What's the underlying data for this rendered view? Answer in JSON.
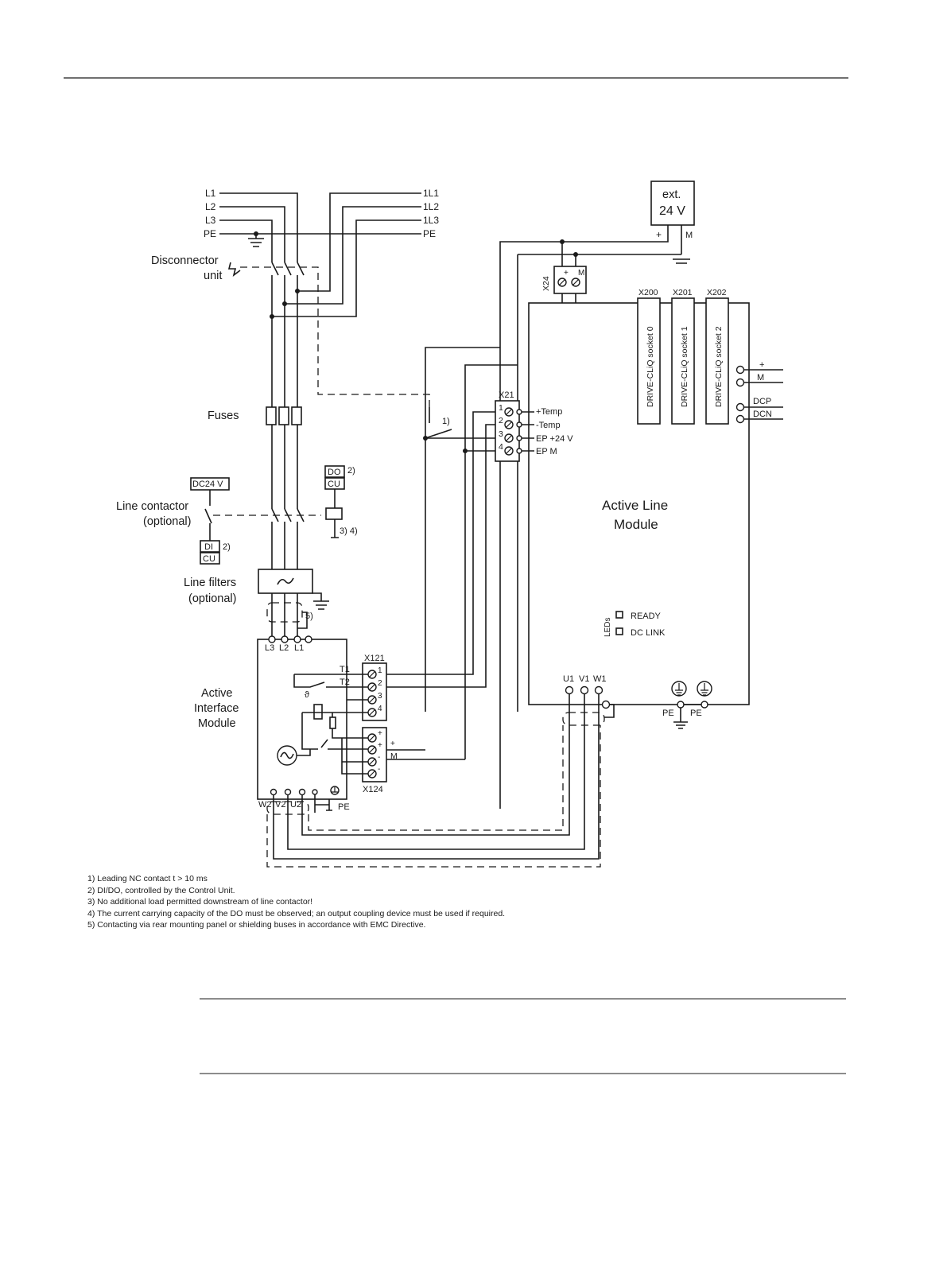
{
  "mains": {
    "left_labels": [
      "L1",
      "L2",
      "L3",
      "PE"
    ],
    "right_labels": [
      "1L1",
      "1L2",
      "1L3",
      "PE"
    ]
  },
  "ext_supply": {
    "line1": "ext.",
    "line2": "24 V",
    "plus": "+",
    "minus": "M"
  },
  "disconnector": {
    "line1": "Disconnector",
    "line2": "unit"
  },
  "fuses_label": "Fuses",
  "line_contactor": {
    "line1": "Line contactor",
    "line2": "(optional)",
    "dc24v": "DC24 V",
    "di": "DI",
    "cu": "CU",
    "note": "2)"
  },
  "do_box": {
    "do": "DO",
    "cu": "CU",
    "note": "2)",
    "note2": "3) 4)"
  },
  "line_filters": {
    "line1": "Line filters",
    "line2": "(optional)",
    "note": "5)"
  },
  "x24": {
    "label": "X24",
    "plus": "+",
    "m": "M"
  },
  "x21": {
    "label": "X21",
    "pins": [
      "1",
      "2",
      "3",
      "4"
    ],
    "signals": [
      "+Temp",
      "-Temp",
      "EP +24 V",
      "EP M"
    ],
    "note": "1)"
  },
  "alm": {
    "title_line1": "Active Line",
    "title_line2": "Module",
    "sockets": [
      {
        "tag": "X200",
        "label": "DRIVE-CLiQ socket 0"
      },
      {
        "tag": "X201",
        "label": "DRIVE-CLiQ socket 1"
      },
      {
        "tag": "X202",
        "label": "DRIVE-CLiQ socket 2"
      }
    ],
    "dc_terminals": [
      "+",
      "M",
      "DCP",
      "DCN"
    ],
    "leds_label": "LEDs",
    "leds": [
      "READY",
      "DC LINK"
    ],
    "outputs": [
      "U1",
      "V1",
      "W1"
    ],
    "pe": [
      "PE",
      "PE"
    ]
  },
  "aim": {
    "line1": "Active",
    "line2": "Interface",
    "line3": "Module",
    "inputs": [
      "L3",
      "L2",
      "L1"
    ],
    "x121": "X121",
    "x121_pins": [
      "1",
      "2",
      "3",
      "4"
    ],
    "t1": "T1",
    "t2": "T2",
    "theta": "ϑ",
    "x124": "X124",
    "x124_pins": [
      "+",
      "+",
      "-",
      "-"
    ],
    "supply_plus": "+",
    "supply_m": "M",
    "outputs": [
      "W2",
      "V2",
      "U2"
    ],
    "pe": "PE"
  },
  "footnotes": [
    "1) Leading NC contact t > 10 ms",
    "2) DI/DO, controlled by the Control Unit.",
    "3) No additional load permitted downstream of line contactor!",
    "4) The current carrying capacity of the DO must be observed; an output coupling device must be used if required.",
    "5) Contacting via rear mounting panel or shielding buses in accordance with EMC Directive."
  ]
}
